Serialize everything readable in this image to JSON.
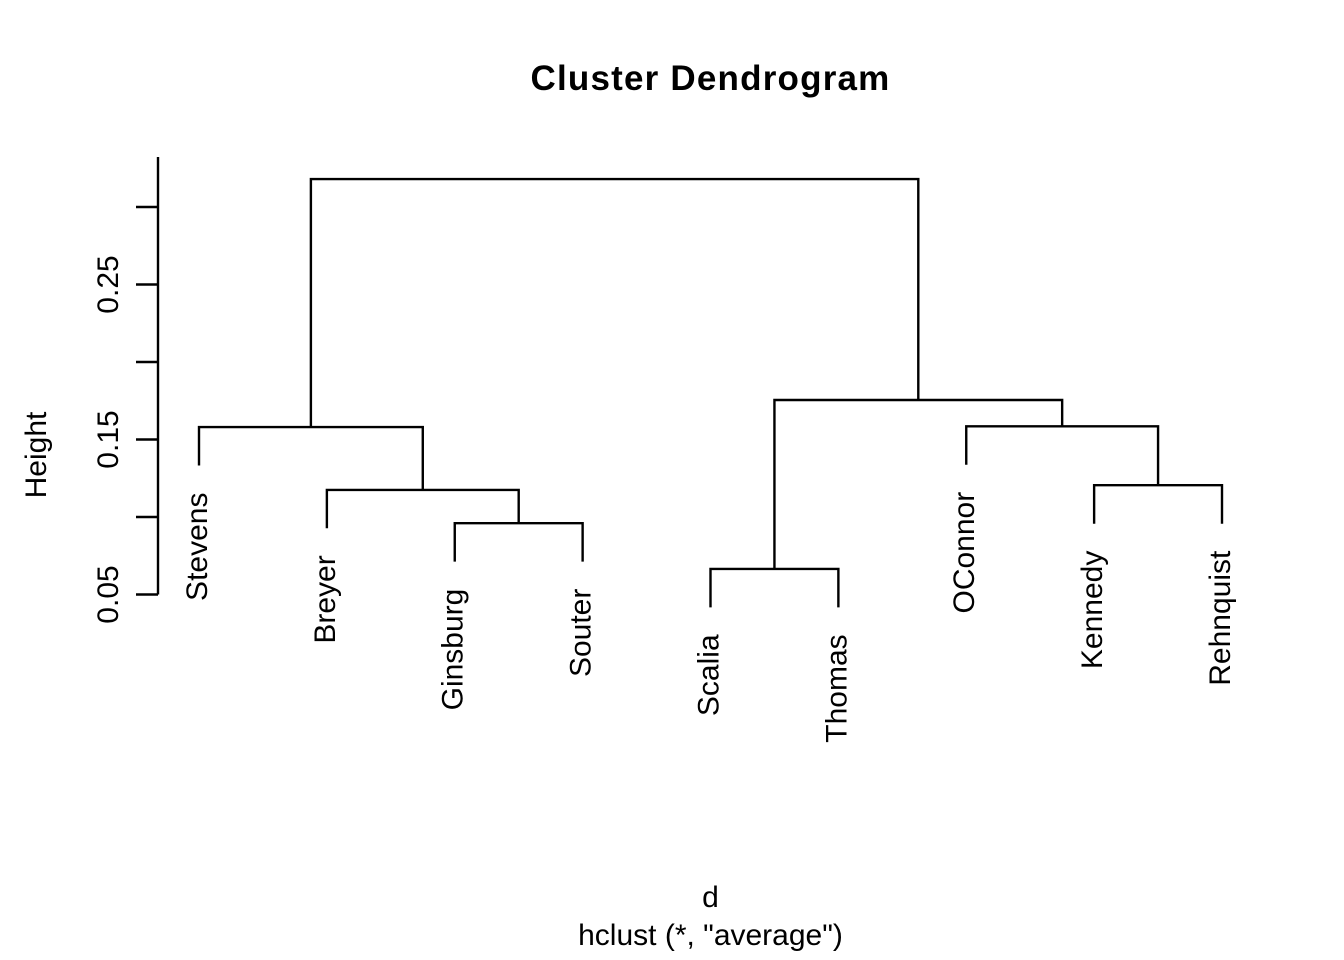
{
  "figure": {
    "background": "#ffffff",
    "line_color": "#000000",
    "text_color": "#000000"
  },
  "chart_data": {
    "type": "dendrogram",
    "title": "Cluster Dendrogram",
    "xlabel": "d",
    "sub": "hclust (*, \"average\")",
    "ylabel": "Height",
    "leaves": [
      "Stevens",
      "Breyer",
      "Ginsburg",
      "Souter",
      "Scalia",
      "Thomas",
      "OConnor",
      "Kennedy",
      "Rehnquist"
    ],
    "yaxis": {
      "range": [
        0.05,
        0.332
      ],
      "ticks": [
        {
          "value": 0.05,
          "label": "0.05"
        },
        {
          "value": 0.1,
          "label": ""
        },
        {
          "value": 0.15,
          "label": "0.15"
        },
        {
          "value": 0.2,
          "label": ""
        },
        {
          "value": 0.25,
          "label": "0.25"
        },
        {
          "value": 0.3,
          "label": ""
        }
      ]
    },
    "hang": 0.0248,
    "tree": {
      "height": 0.318,
      "children": [
        {
          "height": 0.158,
          "children": [
            {
              "leaf": "Stevens"
            },
            {
              "height": 0.1175,
              "children": [
                {
                  "leaf": "Breyer"
                },
                {
                  "height": 0.096,
                  "children": [
                    {
                      "leaf": "Ginsburg"
                    },
                    {
                      "leaf": "Souter"
                    }
                  ]
                }
              ]
            }
          ]
        },
        {
          "height": 0.1755,
          "children": [
            {
              "height": 0.0665,
              "children": [
                {
                  "leaf": "Scalia"
                },
                {
                  "leaf": "Thomas"
                }
              ]
            },
            {
              "height": 0.1585,
              "children": [
                {
                  "leaf": "OConnor"
                },
                {
                  "height": 0.1205,
                  "children": [
                    {
                      "leaf": "Kennedy"
                    },
                    {
                      "leaf": "Rehnquist"
                    }
                  ]
                }
              ]
            }
          ]
        }
      ]
    }
  }
}
